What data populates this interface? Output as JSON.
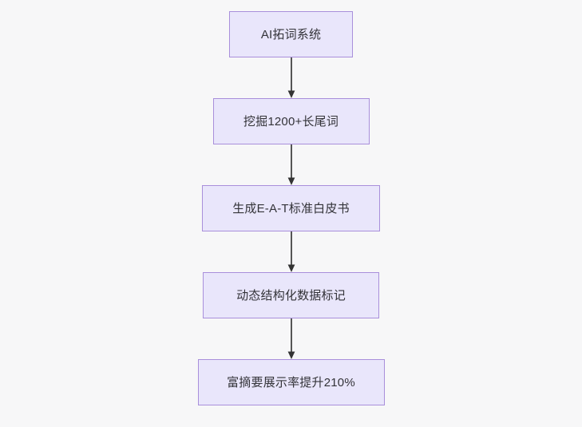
{
  "diagram": {
    "type": "flowchart",
    "direction": "top-to-bottom",
    "background_color": "#f7f7f8",
    "node_fill_color": "#e9e6fb",
    "node_border_color": "#a98fdb",
    "node_text_color": "#333338",
    "connector_color": "#555555",
    "nodes": [
      {
        "id": "n0",
        "label": "AI拓词系统"
      },
      {
        "id": "n1",
        "label": "挖掘1200+长尾词"
      },
      {
        "id": "n2",
        "label": "生成E-A-T标准白皮书"
      },
      {
        "id": "n3",
        "label": "动态结构化数据标记"
      },
      {
        "id": "n4",
        "label": "富摘要展示率提升210%"
      }
    ],
    "connectors": [
      {
        "id": "c0",
        "from": "n0",
        "to": "n1",
        "arrow": "arrow-down-icon"
      },
      {
        "id": "c1",
        "from": "n1",
        "to": "n2",
        "arrow": "arrow-down-icon"
      },
      {
        "id": "c2",
        "from": "n2",
        "to": "n3",
        "arrow": "arrow-down-icon"
      },
      {
        "id": "c3",
        "from": "n3",
        "to": "n4",
        "arrow": "arrow-down-icon"
      }
    ]
  }
}
